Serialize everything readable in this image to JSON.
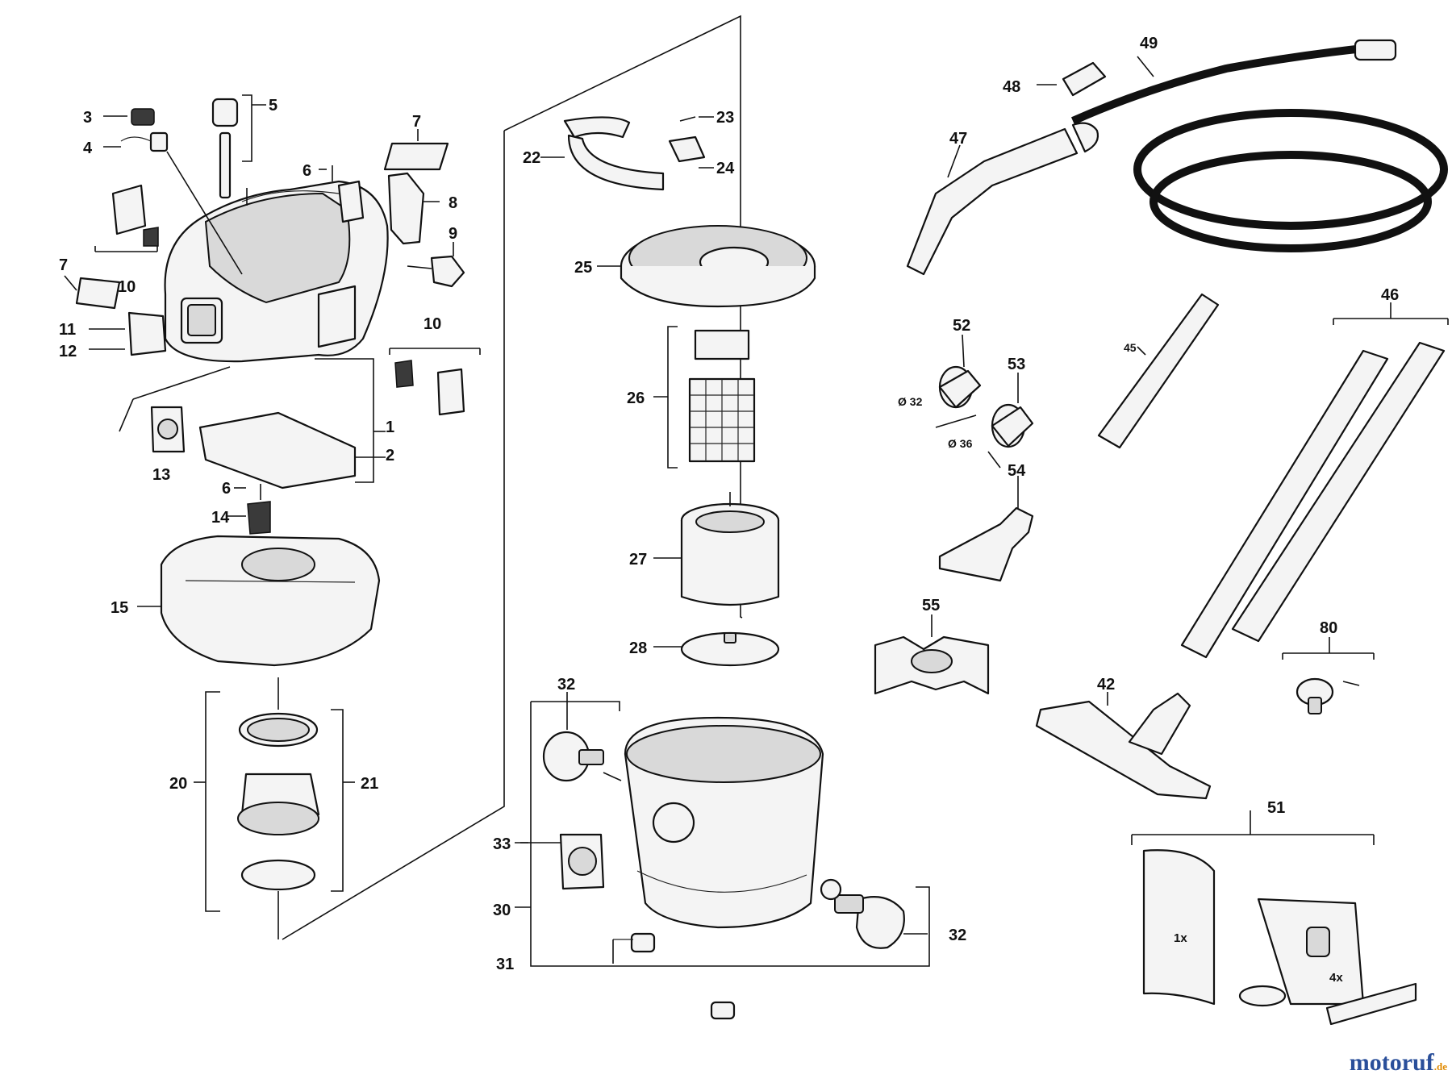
{
  "labels": {
    "p1": "1",
    "p2": "2",
    "p3": "3",
    "p4": "4",
    "p5": "5",
    "p6a": "6",
    "p6b": "6",
    "p7a": "7",
    "p7b": "7",
    "p8": "8",
    "p9": "9",
    "p10a": "10",
    "p10b": "10",
    "p11": "11",
    "p12": "12",
    "p13": "13",
    "p14": "14",
    "p15": "15",
    "p20": "20",
    "p21": "21",
    "p22": "22",
    "p23": "23",
    "p24": "24",
    "p25": "25",
    "p26": "26",
    "p27": "27",
    "p28": "28",
    "p30": "30",
    "p31": "31",
    "p32a": "32",
    "p32b": "32",
    "p33": "33",
    "p42": "42",
    "p45": "45",
    "p46": "46",
    "p47": "47",
    "p48": "48",
    "p49": "49",
    "p51": "51",
    "p52": "52",
    "p53": "53",
    "p54": "54",
    "p55": "55",
    "p80": "80"
  },
  "dims": {
    "d32": "Ø 32",
    "d36": "Ø 36"
  },
  "quantities": {
    "q1": "1x",
    "q4": "4x"
  },
  "watermark": {
    "brand": "motoruf",
    "tld": ".de"
  }
}
